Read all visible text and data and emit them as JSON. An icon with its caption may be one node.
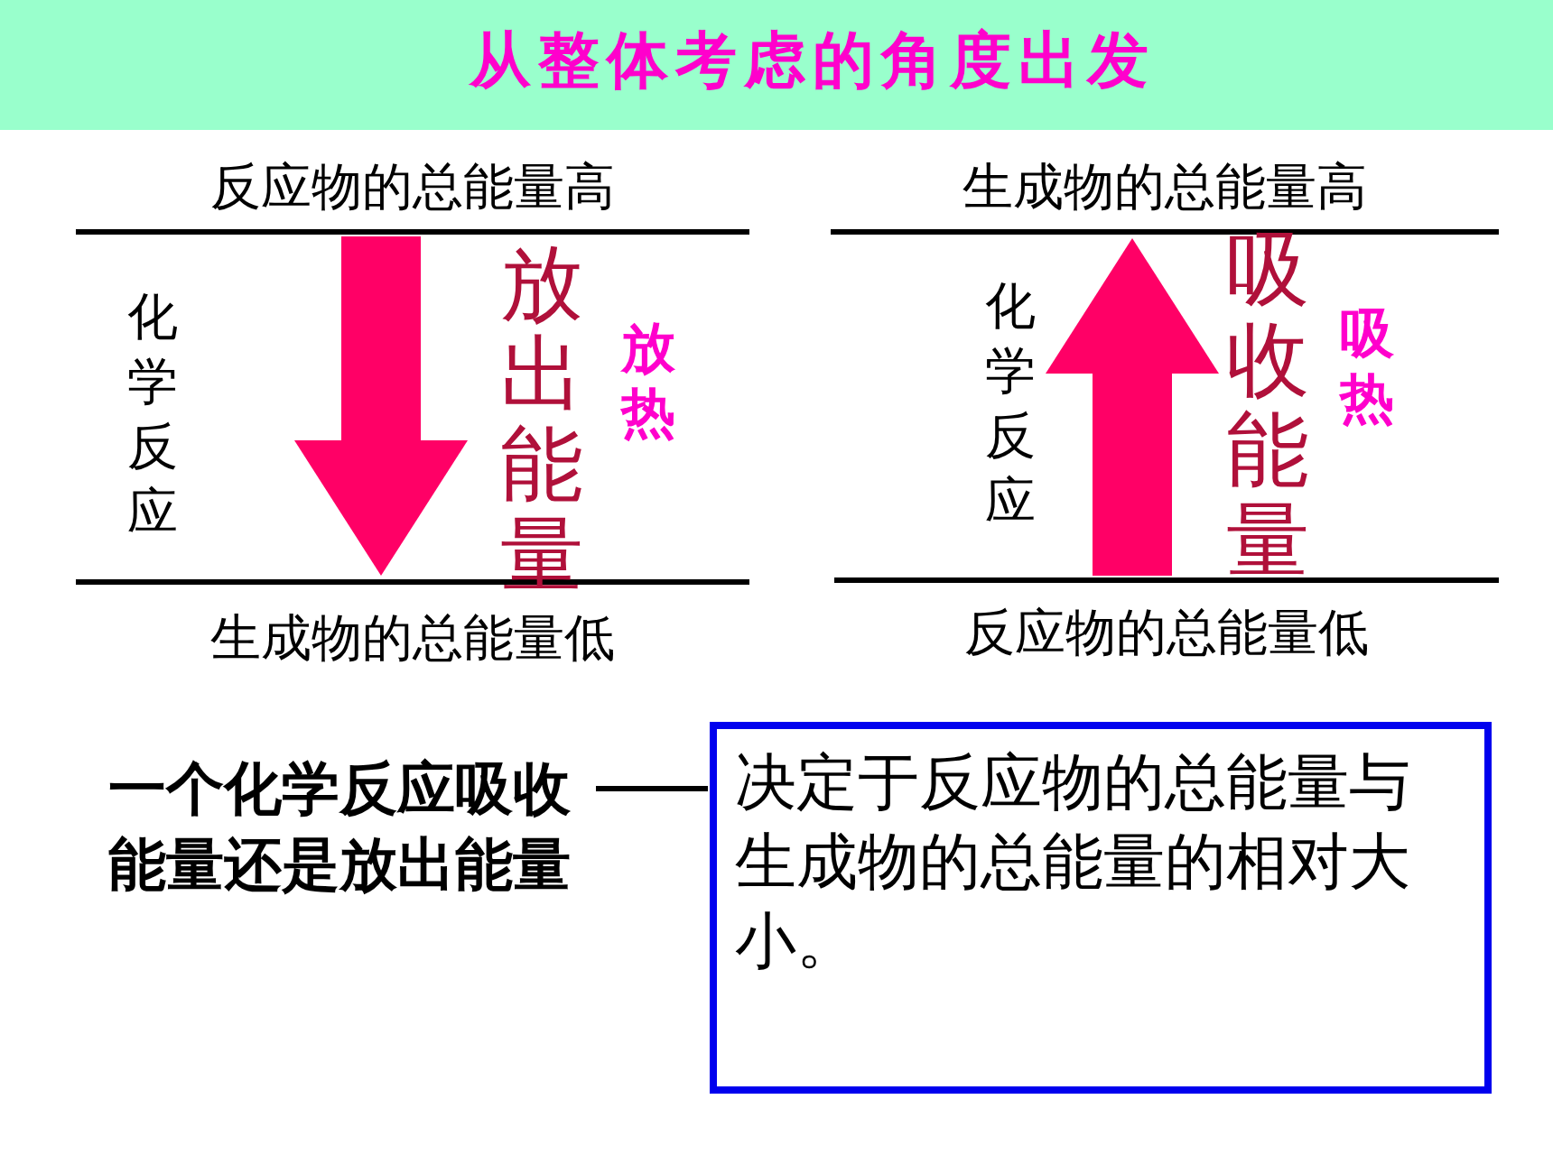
{
  "diagram": {
    "title": "从整体考虑的角度出发",
    "nodes": [
      {
        "text": [
          "反应物的总能量高"
        ]
      },
      {
        "text": [
          "生成物的总能量低"
        ]
      },
      {
        "text": [
          "生成物的总能量高"
        ]
      },
      {
        "text": [
          "反应物的总能量低"
        ]
      },
      {
        "text": [
          "一个化学反应吸收能量还是放出能量"
        ]
      },
      {
        "text": [
          "决定于反应物的总能量与生成物的总能量的相对大小。"
        ]
      }
    ],
    "edges": [
      {
        "from": 0,
        "to": 1,
        "arrow": "to"
      },
      {
        "from": 3,
        "to": 2,
        "arrow": "to"
      },
      {
        "from": 4,
        "to": 5,
        "arrow": "none",
        "color": "#000000"
      }
    ],
    "labels": [
      "化学反应",
      "放出能量",
      "放热",
      "化学反应",
      "吸收能量",
      "吸热"
    ]
  }
}
